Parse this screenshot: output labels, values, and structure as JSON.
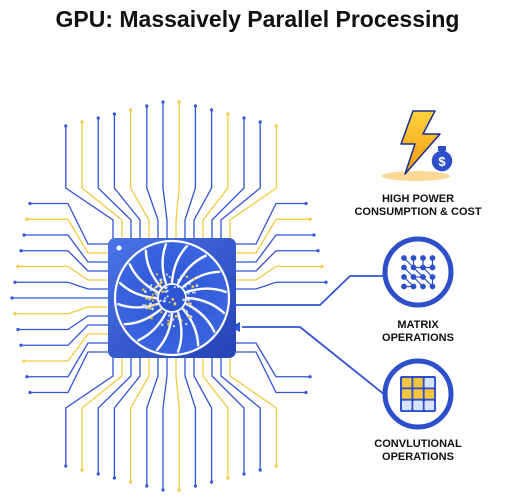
{
  "title": "GPU: Massaively Parallel Processing",
  "features": [
    {
      "line1": "HIGH POWER",
      "line2": "CONSUMPTION & COST",
      "icon": "lightning-bolt-cost-icon"
    },
    {
      "line1": "MATRIX",
      "line2": "OPERATIONS",
      "icon": "matrix-network-icon"
    },
    {
      "line1": "CONVLUTIONAL",
      "line2": "OPERATIONS",
      "icon": "grid-icon"
    }
  ],
  "colors": {
    "chip_dark": "#2646b8",
    "chip_light": "#4a73e8",
    "line_blue": "#3154d6",
    "line_yellow": "#f3c940",
    "bolt": "#f6a814",
    "cell_yellow": "#f5c542",
    "text": "#111111"
  }
}
